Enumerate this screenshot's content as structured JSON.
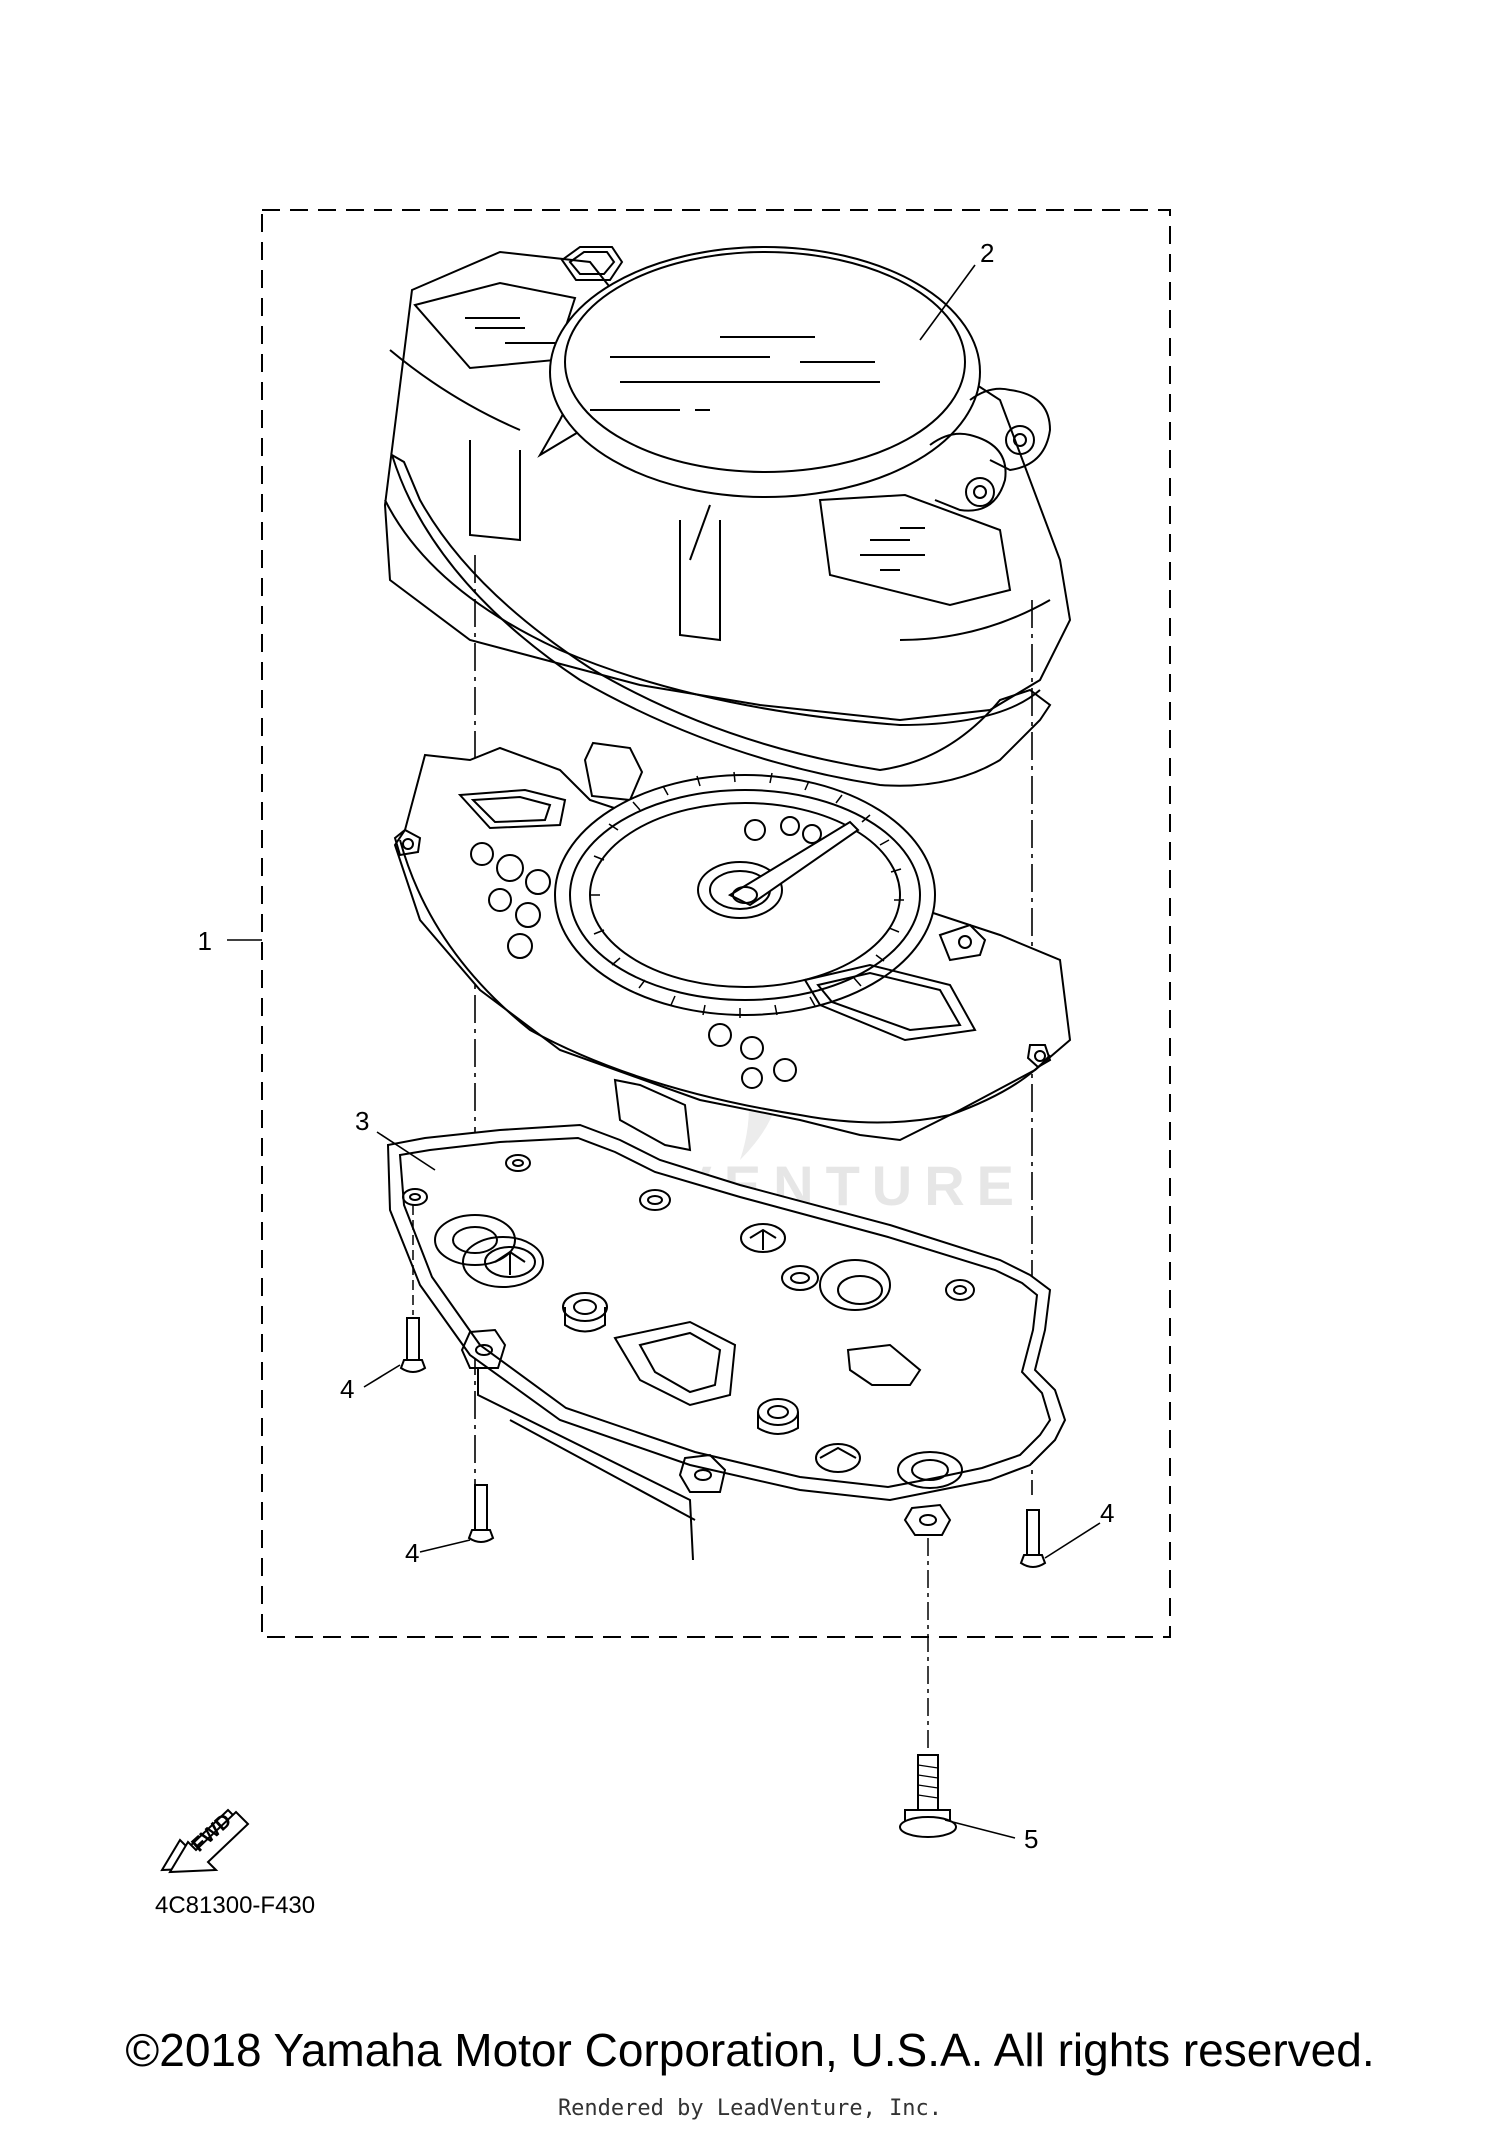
{
  "callouts": {
    "c1": "1",
    "c2": "2",
    "c3": "3",
    "c4a": "4",
    "c4b": "4",
    "c4c": "4",
    "c5": "5"
  },
  "fwd_label": "FWD",
  "diagram_code": "4C81300-F430",
  "watermark": "LEADVENTURE",
  "footer": {
    "copyright": "©2018 Yamaha Motor Corporation, U.S.A. All rights reserved.",
    "rendered_by": "Rendered by LeadVenture, Inc."
  },
  "colors": {
    "line": "#000000",
    "watermark": "#e6e6e6",
    "background": "#ffffff"
  }
}
